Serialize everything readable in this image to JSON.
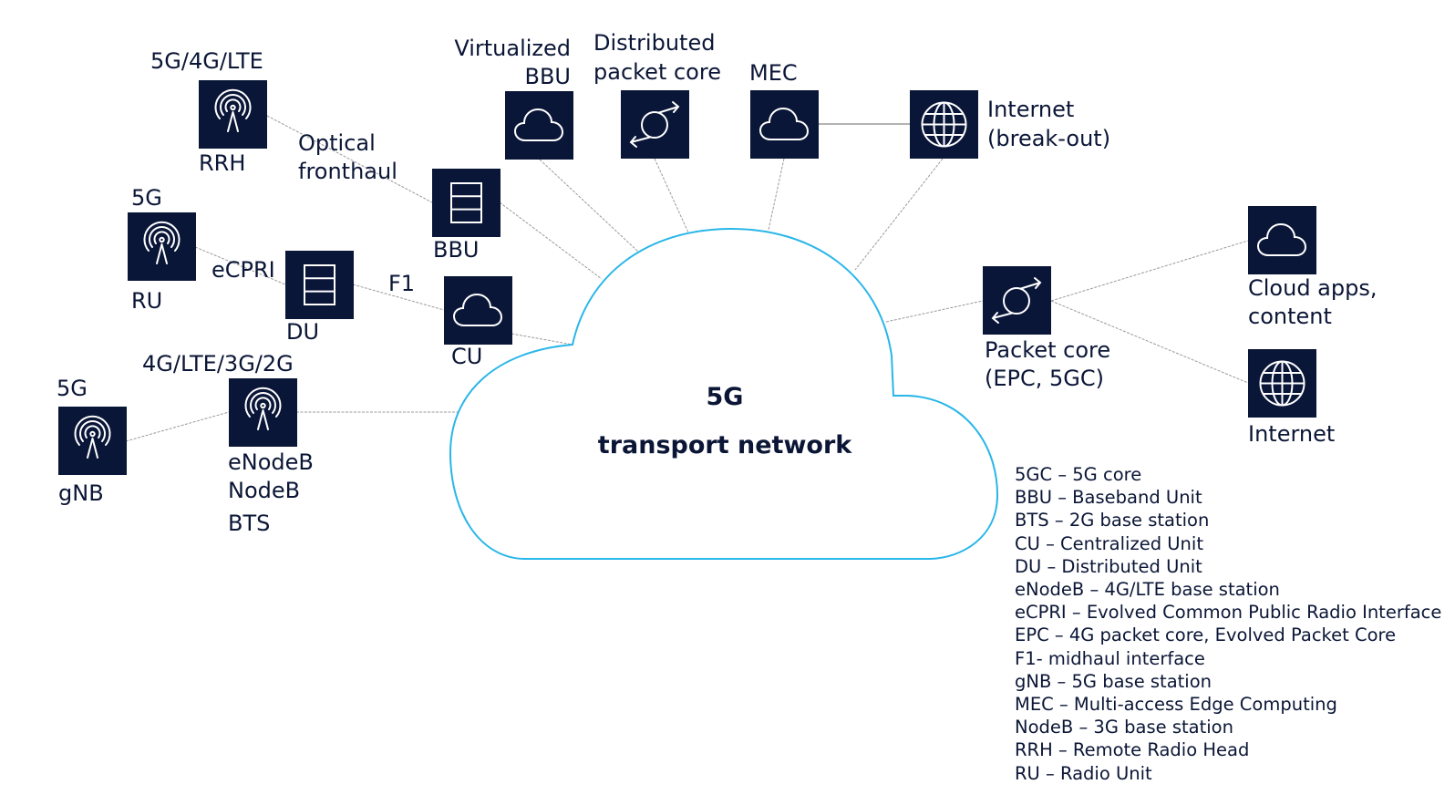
{
  "diagram": {
    "title_line1": "5G",
    "title_line2": "transport network",
    "colors": {
      "node_fill": "#0a1638",
      "icon_stroke": "#ffffff",
      "cloud_outline": "#29b6e8",
      "connector": "#9a9a9a",
      "text": "#0b1636"
    },
    "nodes": {
      "rrh": {
        "icon": "antenna-icon",
        "top_label": "5G/4G/LTE",
        "bottom_label": "RRH"
      },
      "bbu": {
        "icon": "server-rack-icon",
        "bottom_label": "BBU"
      },
      "vbbu": {
        "icon": "cloud-icon",
        "top_label_1": "Virtualized",
        "top_label_2": "BBU"
      },
      "dpc": {
        "icon": "sync-arrows-icon",
        "top_label_1": "Distributed",
        "top_label_2": "packet core"
      },
      "mec": {
        "icon": "cloud-icon",
        "top_label": "MEC"
      },
      "inet_break": {
        "icon": "globe-icon",
        "label_1": "Internet",
        "label_2": "(break-out)"
      },
      "ru": {
        "icon": "antenna-icon",
        "top_label": "5G",
        "bottom_label": "RU"
      },
      "du": {
        "icon": "server-rack-icon",
        "bottom_label": "DU"
      },
      "cu": {
        "icon": "cloud-icon",
        "bottom_label": "CU"
      },
      "gnb": {
        "icon": "antenna-icon",
        "top_label": "5G",
        "bottom_label": "gNB"
      },
      "enodeb": {
        "icon": "antenna-icon",
        "top_label": "4G/LTE/3G/2G",
        "bottom_label_1": "eNodeB",
        "bottom_label_2": "NodeB",
        "bottom_label_3": "BTS"
      },
      "packet_core": {
        "icon": "sync-arrows-icon",
        "bottom_label_1": "Packet core",
        "bottom_label_2": "(EPC, 5GC)"
      },
      "cloud_apps": {
        "icon": "cloud-icon",
        "bottom_label_1": "Cloud apps,",
        "bottom_label_2": "content"
      },
      "internet": {
        "icon": "globe-icon",
        "bottom_label": "Internet"
      }
    },
    "link_labels": {
      "optical_1": "Optical",
      "optical_2": "fronthaul",
      "ecpri": "eCPRI",
      "f1": "F1"
    },
    "glossary": [
      "5GC – 5G core",
      "BBU – Baseband Unit",
      "BTS – 2G base station",
      "CU – Centralized Unit",
      "DU – Distributed Unit",
      "eNodeB – 4G/LTE base station",
      "eCPRI – Evolved Common Public Radio Interface",
      "EPC – 4G packet core, Evolved Packet Core",
      "F1- midhaul interface",
      "gNB – 5G base station",
      "MEC – Multi-access Edge Computing",
      "NodeB – 3G base station",
      "RRH – Remote Radio Head",
      "RU – Radio Unit"
    ]
  }
}
